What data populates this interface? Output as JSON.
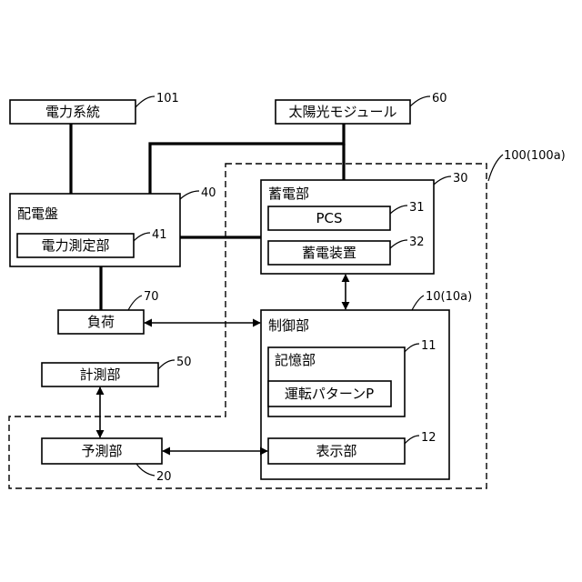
{
  "blocks": {
    "grid": {
      "label": "電力系統",
      "ref": "101"
    },
    "solar": {
      "label": "太陽光モジュール",
      "ref": "60"
    },
    "distribution": {
      "label": "配電盤",
      "ref": "40"
    },
    "power_measurement": {
      "label": "電力測定部",
      "ref": "41"
    },
    "storage": {
      "label": "蓄電部",
      "ref": "30"
    },
    "pcs": {
      "label": "PCS",
      "ref": "31"
    },
    "storage_device": {
      "label": "蓄電装置",
      "ref": "32"
    },
    "load": {
      "label": "負荷",
      "ref": "70"
    },
    "control": {
      "label": "制御部",
      "ref": "10(10a)"
    },
    "memory": {
      "label": "記憶部",
      "ref": "11"
    },
    "operation_pattern": {
      "label": "運転パターンP"
    },
    "display": {
      "label": "表示部",
      "ref": "12"
    },
    "measurement": {
      "label": "計測部",
      "ref": "50"
    },
    "prediction": {
      "label": "予測部",
      "ref": "20"
    }
  },
  "system": {
    "ref": "100(100a)"
  }
}
